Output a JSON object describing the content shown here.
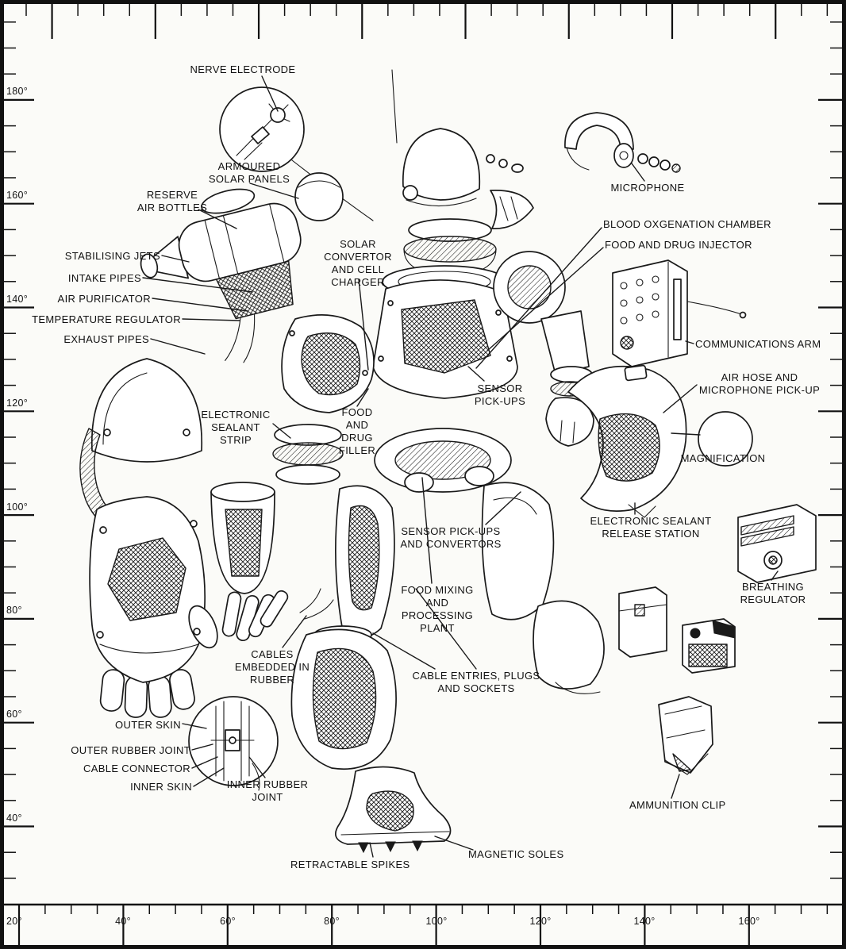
{
  "ruler": {
    "left_labels": [
      "180°",
      "160°",
      "140°",
      "120°",
      "100°",
      "80°",
      "60°",
      "40°"
    ],
    "bottom_labels": [
      "20°",
      "40°",
      "60°",
      "80°",
      "100°",
      "120°",
      "140°",
      "160°"
    ]
  },
  "labels": {
    "nerve_electrode": "NERVE ELECTRODE",
    "armoured_solar_panels": "ARMOURED\nSOLAR PANELS",
    "reserve_air_bottles": "RESERVE\nAIR BOTTLES",
    "stabilising_jets": "STABILISING JETS",
    "intake_pipes": "INTAKE PIPES",
    "air_purificator": "AIR PURIFICATOR",
    "temperature_regulator": "TEMPERATURE REGULATOR",
    "exhaust_pipes": "EXHAUST PIPES",
    "solar_convertor_and_cell_charger": "SOLAR\nCONVERTOR\nAND CELL\nCHARGER",
    "microphone": "MICROPHONE",
    "blood_oxgenation_chamber": "BLOOD OXGENATION CHAMBER",
    "food_and_drug_injector": "FOOD AND DRUG INJECTOR",
    "communications_arm": "COMMUNICATIONS ARM",
    "air_hose_and_microphone_pick_up": "AIR HOSE AND\nMICROPHONE PICK-UP",
    "sensor_pick_ups": "SENSOR\nPICK-UPS",
    "magnification": "MAGNIFICATION",
    "electronic_sealant_strip": "ELECTRONIC\nSEALANT\nSTRIP",
    "food_and_drug_filler": "FOOD\nAND\nDRUG\nFILLER",
    "electronic_sealant_release_station": "ELECTRONIC SEALANT\nRELEASE STATION",
    "sensor_pick_ups_and_convertors": "SENSOR PICK-UPS\nAND CONVERTORS",
    "breathing_regulator": "BREATHING\nREGULATOR",
    "food_mixing_and_processing_plant": "FOOD MIXING\nAND\nPROCESSING\nPLANT",
    "cables_embedded_in_rubber": "CABLES\nEMBEDDED IN\nRUBBER",
    "cable_entries_plugs_and_sockets": "CABLE ENTRIES, PLUGS\nAND SOCKETS",
    "outer_skin": "OUTER SKIN",
    "outer_rubber_joint": "OUTER RUBBER JOINT",
    "cable_connector": "CABLE CONNECTOR",
    "inner_skin": "INNER SKIN",
    "inner_rubber_joint": "INNER RUBBER\nJOINT",
    "ammunition_clip": "AMMUNITION CLIP",
    "retractable_spikes": "RETRACTABLE SPIKES",
    "magnetic_soles": "MAGNETIC SOLES"
  }
}
